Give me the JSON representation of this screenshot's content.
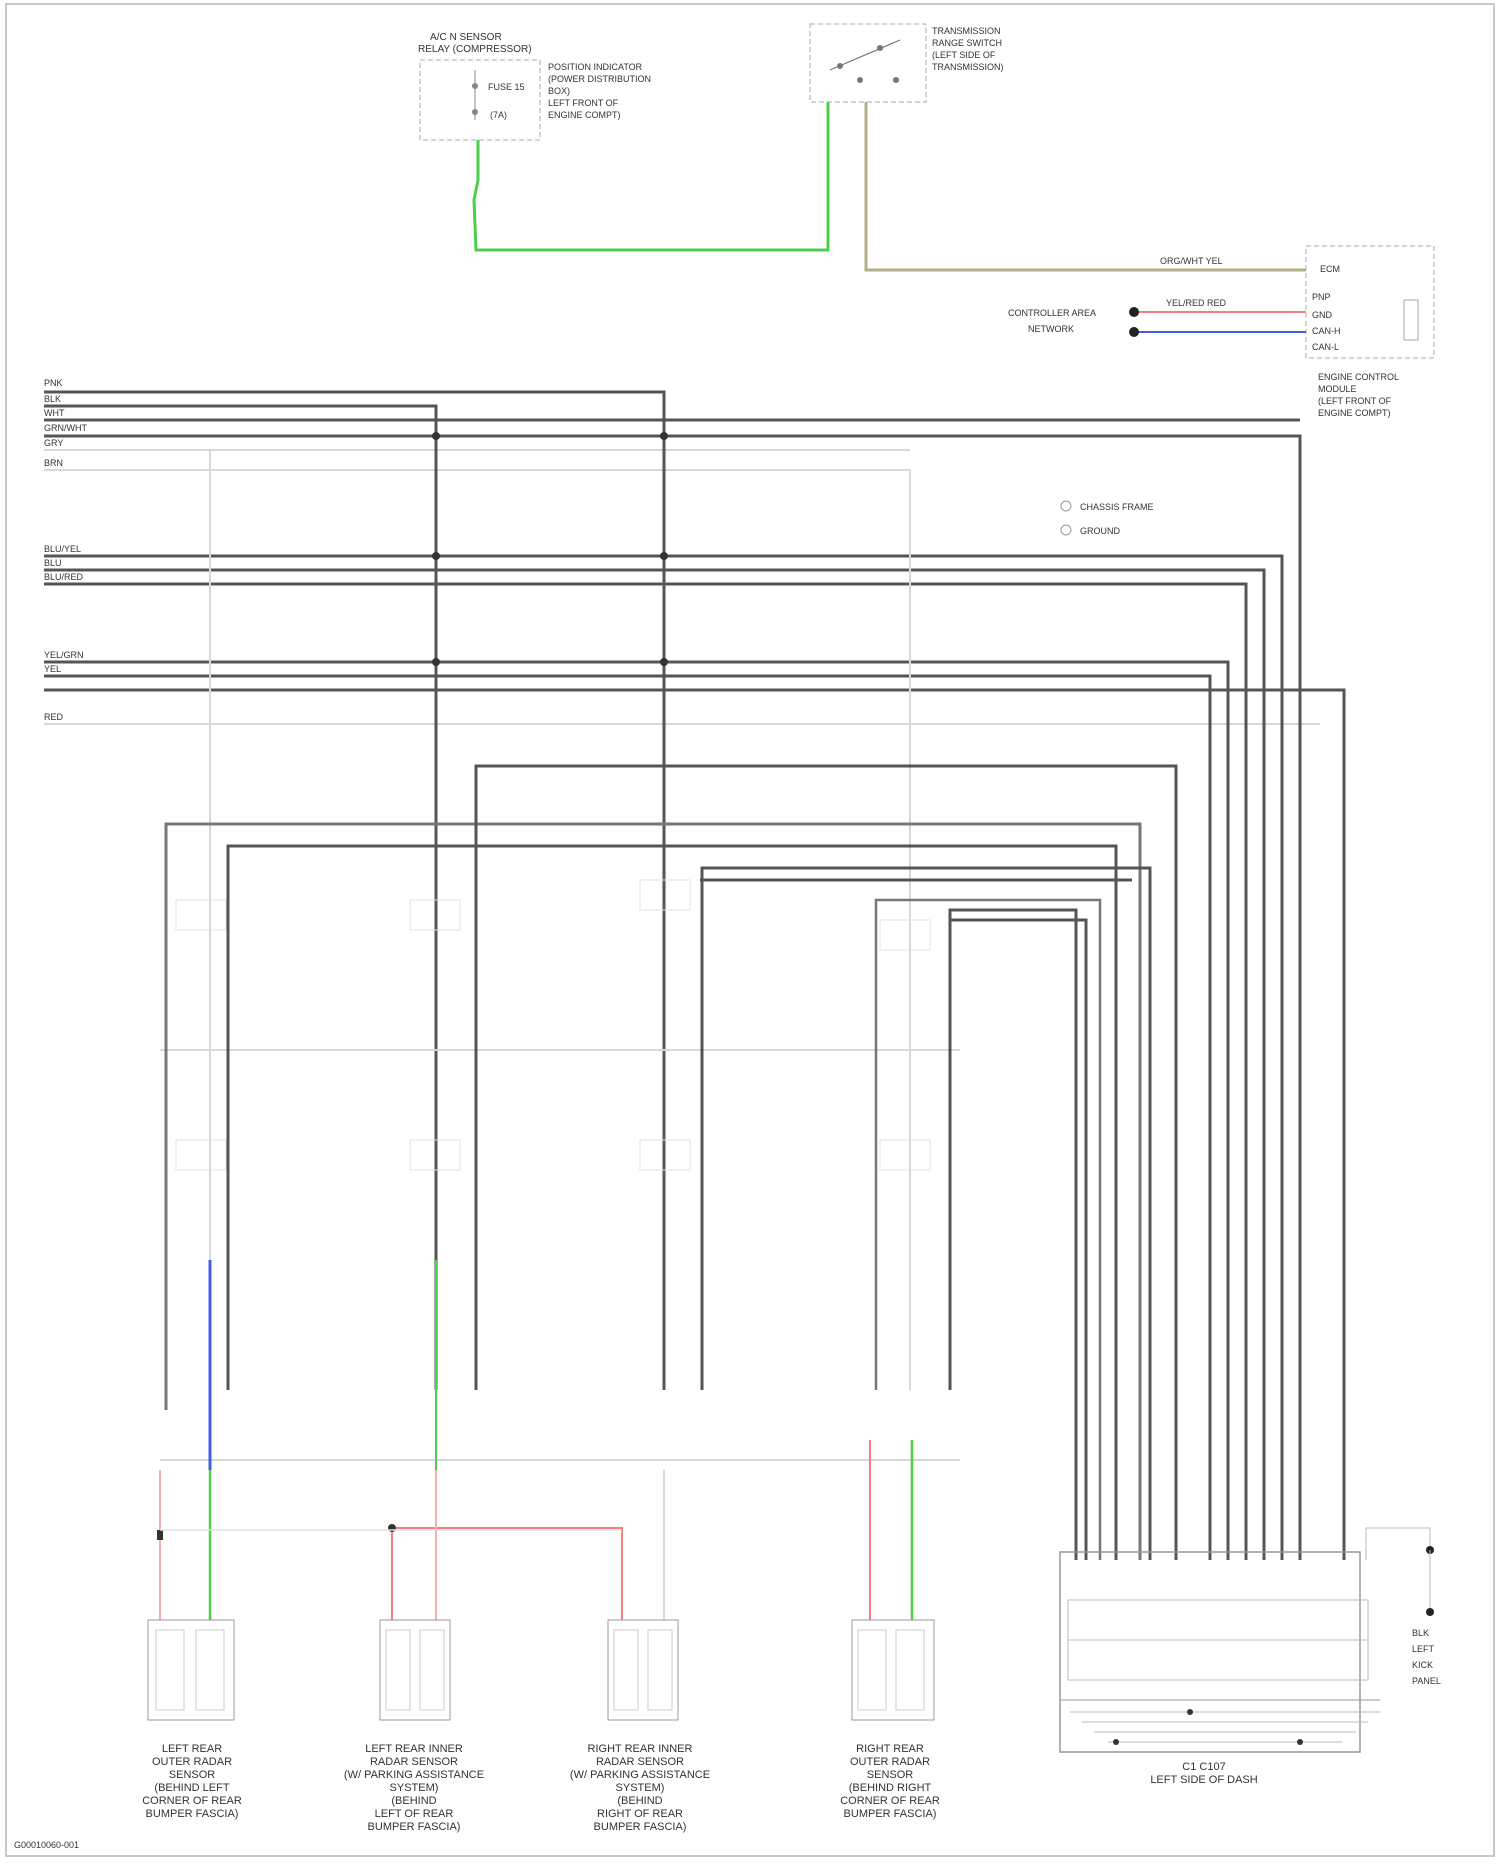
{
  "labels": {
    "ac_relay": [
      "A/C N SENSOR",
      "RELAY (COMPRESSOR)"
    ],
    "ac_relay_note": [
      "POSITION INDICATOR",
      "(POWER DISTRIBUTION",
      "BOX)",
      "LEFT FRONT OF",
      "ENGINE COMPT)"
    ],
    "relay_pins": [
      "FUSE 15",
      "(7A)"
    ],
    "trans_switch": [
      "TRANSMISSION",
      "RANGE SWITCH",
      "(LEFT SIDE OF",
      "TRANSMISSION)"
    ],
    "ecm_block": [
      "ENGINE CONTROL",
      "MODULE",
      "(LEFT FRONT OF",
      "ENGINE COMPT)"
    ],
    "ecm_pins": [
      "ECM",
      "PNP",
      "GND",
      "CAN-H",
      "CAN-L"
    ],
    "can_left": [
      "CONTROLLER AREA",
      "NETWORK"
    ],
    "wire_top": "ORG/WHT  YEL",
    "wire_red": "YEL/RED  RED",
    "legend": [
      "CHASSIS FRAME",
      "GROUND"
    ],
    "connector_main": [
      "C1 C107",
      "LEFT SIDE OF DASH"
    ],
    "bottom_right_tag": [
      "BLK",
      "LEFT",
      "KICK",
      "PANEL"
    ],
    "footer": "G00010060-001",
    "sensor_1": [
      "LEFT REAR",
      "OUTER RADAR",
      "SENSOR",
      "(BEHIND LEFT",
      "CORNER OF REAR",
      "BUMPER FASCIA)"
    ],
    "sensor_2": [
      "LEFT REAR INNER",
      "RADAR SENSOR",
      "(W/ PARKING ASSISTANCE",
      "SYSTEM)",
      "(BEHIND",
      "LEFT OF REAR",
      "BUMPER FASCIA)"
    ],
    "sensor_3": [
      "RIGHT REAR INNER",
      "RADAR SENSOR",
      "(W/ PARKING ASSISTANCE",
      "SYSTEM)",
      "(BEHIND",
      "RIGHT OF REAR",
      "BUMPER FASCIA)"
    ],
    "sensor_4": [
      "RIGHT REAR",
      "OUTER RADAR",
      "SENSOR",
      "(BEHIND RIGHT",
      "CORNER OF REAR",
      "BUMPER FASCIA)"
    ],
    "left_bus_text": [
      "PNK",
      "BLK",
      "WHT",
      "GRN/WHT",
      "GRY",
      "BRN",
      "BLU/YEL",
      "BLU",
      "BLU/RED",
      "YEL/GRN",
      "YEL",
      "RED"
    ]
  },
  "colors": {
    "wire_gray": "#555555",
    "wire_light": "#d8d8d8",
    "wire_green": "#4cd04c",
    "wire_olive": "#b4b088",
    "wire_blue": "#4060e0",
    "wire_red": "#f08080",
    "wire_pink": "#f4b0b0"
  }
}
